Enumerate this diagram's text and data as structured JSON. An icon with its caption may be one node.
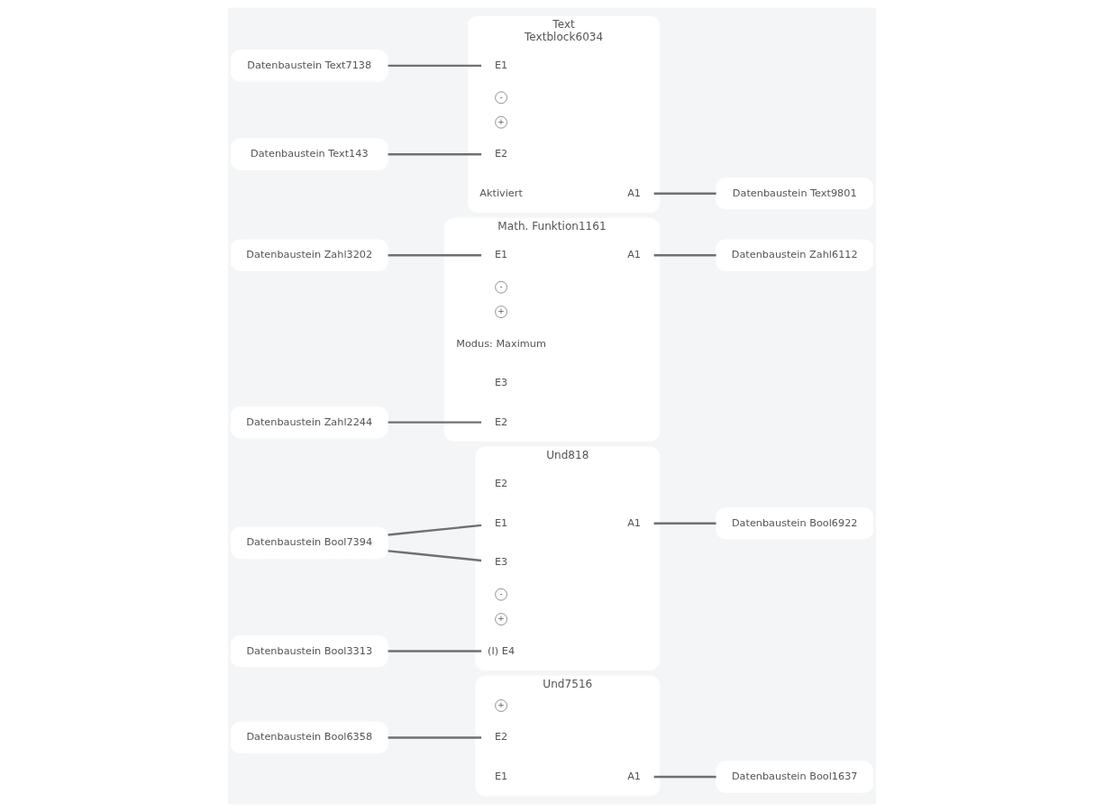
{
  "diagram": {
    "nodes": [
      {
        "text": [
          "Datenbaustein Bool6358"
        ]
      },
      {
        "text": [
          "Und7516"
        ]
      },
      {
        "text": [
          "E1"
        ],
        "in": 1
      },
      {
        "text": [
          "E2"
        ],
        "in": 1
      },
      {
        "text": [
          "A1"
        ],
        "in": 1
      },
      {
        "text": [
          "+"
        ],
        "in": 1
      },
      {
        "text": [
          "Datenbaustein Bool1637"
        ]
      },
      {
        "text": [
          "Datenbaustein Bool7394"
        ]
      },
      {
        "text": [
          "Und818"
        ]
      },
      {
        "text": [
          "E1"
        ],
        "in": 8
      },
      {
        "text": [
          "E2"
        ],
        "in": 8
      },
      {
        "text": [
          "E3"
        ],
        "in": 8
      },
      {
        "text": [
          "(I) E4"
        ],
        "in": 8
      },
      {
        "text": [
          "A1"
        ],
        "in": 8
      },
      {
        "text": [
          "+"
        ],
        "in": 8
      },
      {
        "text": [
          "-"
        ],
        "in": 8
      },
      {
        "text": [
          "Datenbaustein Bool6922"
        ]
      },
      {
        "text": [
          "Datenbaustein Bool3313"
        ]
      },
      {
        "text": [
          "Datenbaustein Zahl3202"
        ]
      },
      {
        "text": [
          "Math. Funktion1161"
        ]
      },
      {
        "text": [
          "E1"
        ],
        "in": 19
      },
      {
        "text": [
          "E2"
        ],
        "in": 19
      },
      {
        "text": [
          "E3"
        ],
        "in": 19
      },
      {
        "text": [
          "Modus: Maximum"
        ],
        "in": 19
      },
      {
        "text": [
          "A1"
        ],
        "in": 19
      },
      {
        "text": [
          "+"
        ],
        "in": 19
      },
      {
        "text": [
          "-"
        ],
        "in": 19
      },
      {
        "text": [
          "Datenbaustein Zahl6112"
        ]
      },
      {
        "text": [
          "Datenbaustein Zahl2244"
        ]
      },
      {
        "text": [
          "Datenbaustein Text7138"
        ]
      },
      {
        "text": [
          "Text",
          "Textblock6034"
        ]
      },
      {
        "text": [
          "Aktiviert"
        ],
        "in": 30
      },
      {
        "text": [
          "E1"
        ],
        "in": 30
      },
      {
        "text": [
          "E2"
        ],
        "in": 30
      },
      {
        "text": [
          "A1"
        ],
        "in": 30
      },
      {
        "text": [
          "+"
        ],
        "in": 30
      },
      {
        "text": [
          "-"
        ],
        "in": 30
      },
      {
        "text": [
          "Datenbaustein Text9801"
        ]
      },
      {
        "text": [
          "Datenbaustein Text143"
        ]
      }
    ],
    "edges": [
      {
        "from": 0,
        "to": 3,
        "arrow": "none"
      },
      {
        "from": 4,
        "to": 6,
        "arrow": "none"
      },
      {
        "from": 7,
        "to": 9,
        "arrow": "none"
      },
      {
        "from": 7,
        "to": 11,
        "arrow": "none"
      },
      {
        "from": 17,
        "to": 12,
        "arrow": "none"
      },
      {
        "from": 13,
        "to": 16,
        "arrow": "none"
      },
      {
        "from": 18,
        "to": 20,
        "arrow": "none"
      },
      {
        "from": 28,
        "to": 21,
        "arrow": "none"
      },
      {
        "from": 24,
        "to": 27,
        "arrow": "none"
      },
      {
        "from": 29,
        "to": 32,
        "arrow": "none"
      },
      {
        "from": 38,
        "to": 33,
        "arrow": "none"
      },
      {
        "from": 34,
        "to": 37,
        "arrow": "none"
      }
    ]
  }
}
